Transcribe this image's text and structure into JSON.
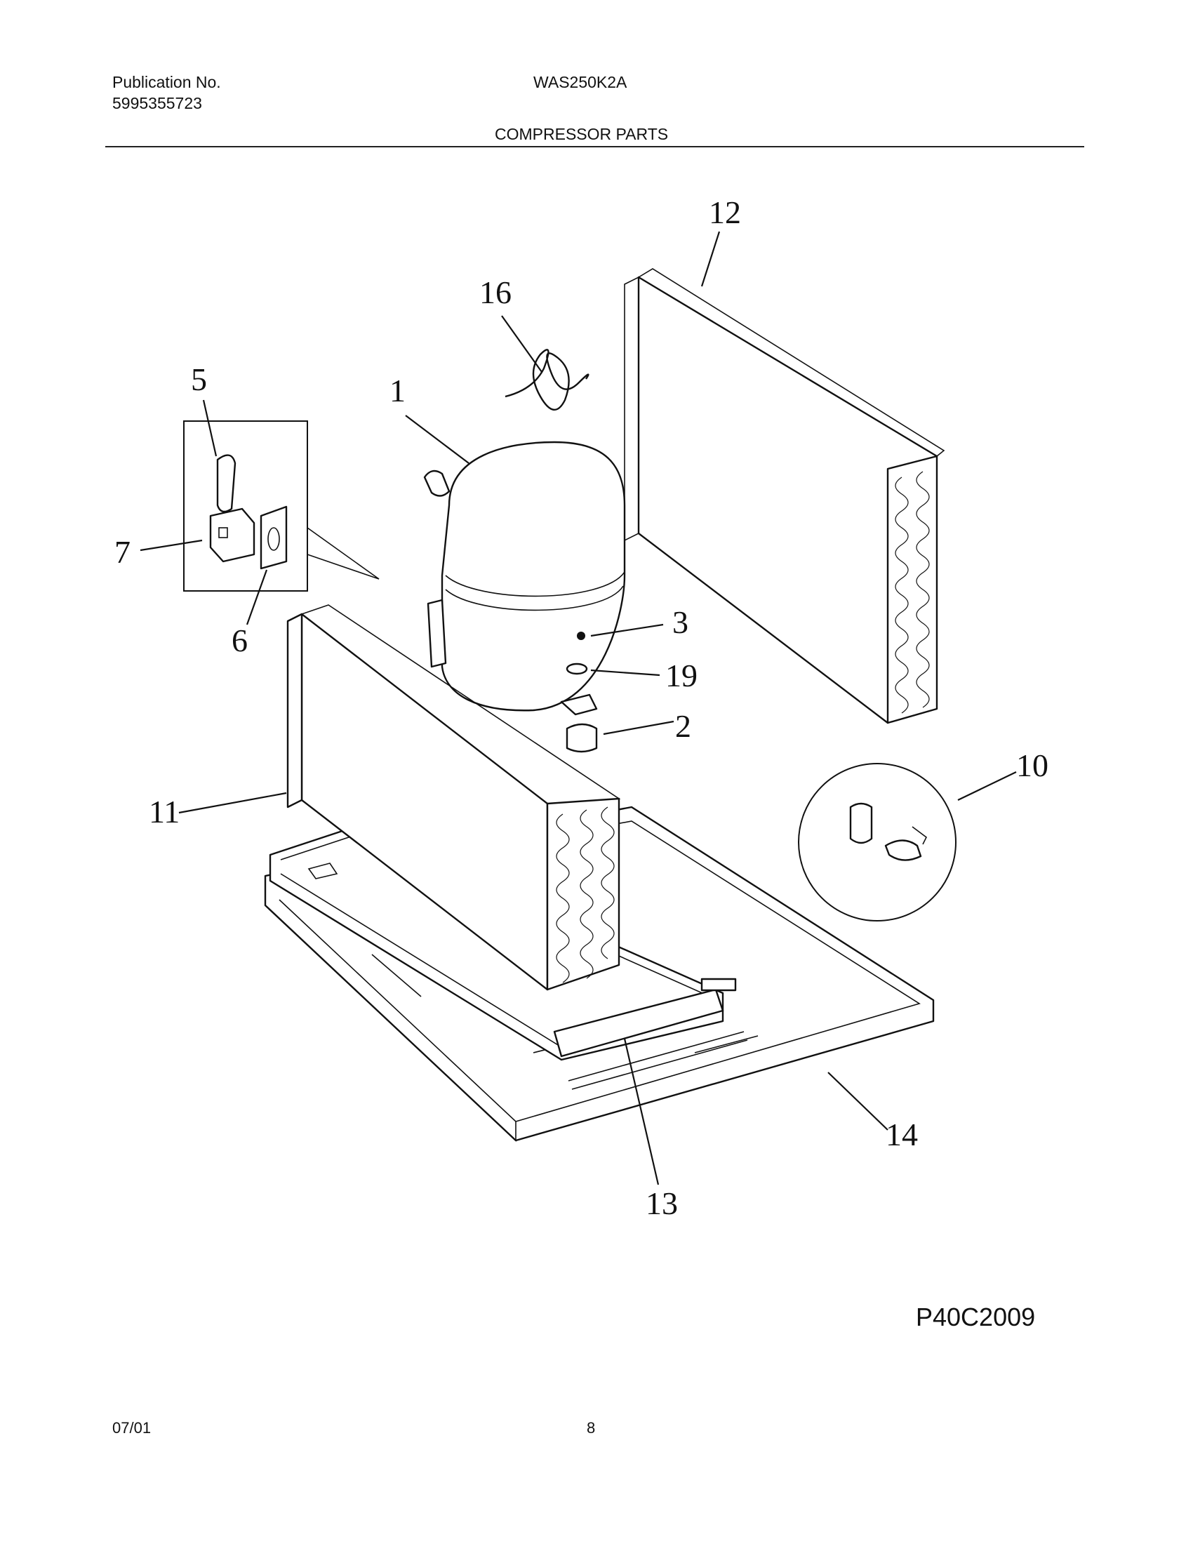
{
  "header": {
    "publication_label": "Publication No.",
    "publication_number": "5995355723",
    "model": "WAS250K2A",
    "section_title": "COMPRESSOR PARTS"
  },
  "callouts": [
    "1",
    "2",
    "3",
    "5",
    "6",
    "7",
    "10",
    "11",
    "12",
    "13",
    "14",
    "16",
    "19"
  ],
  "drawing_id": "P40C2009",
  "footer": {
    "date": "07/01",
    "page": "8"
  }
}
